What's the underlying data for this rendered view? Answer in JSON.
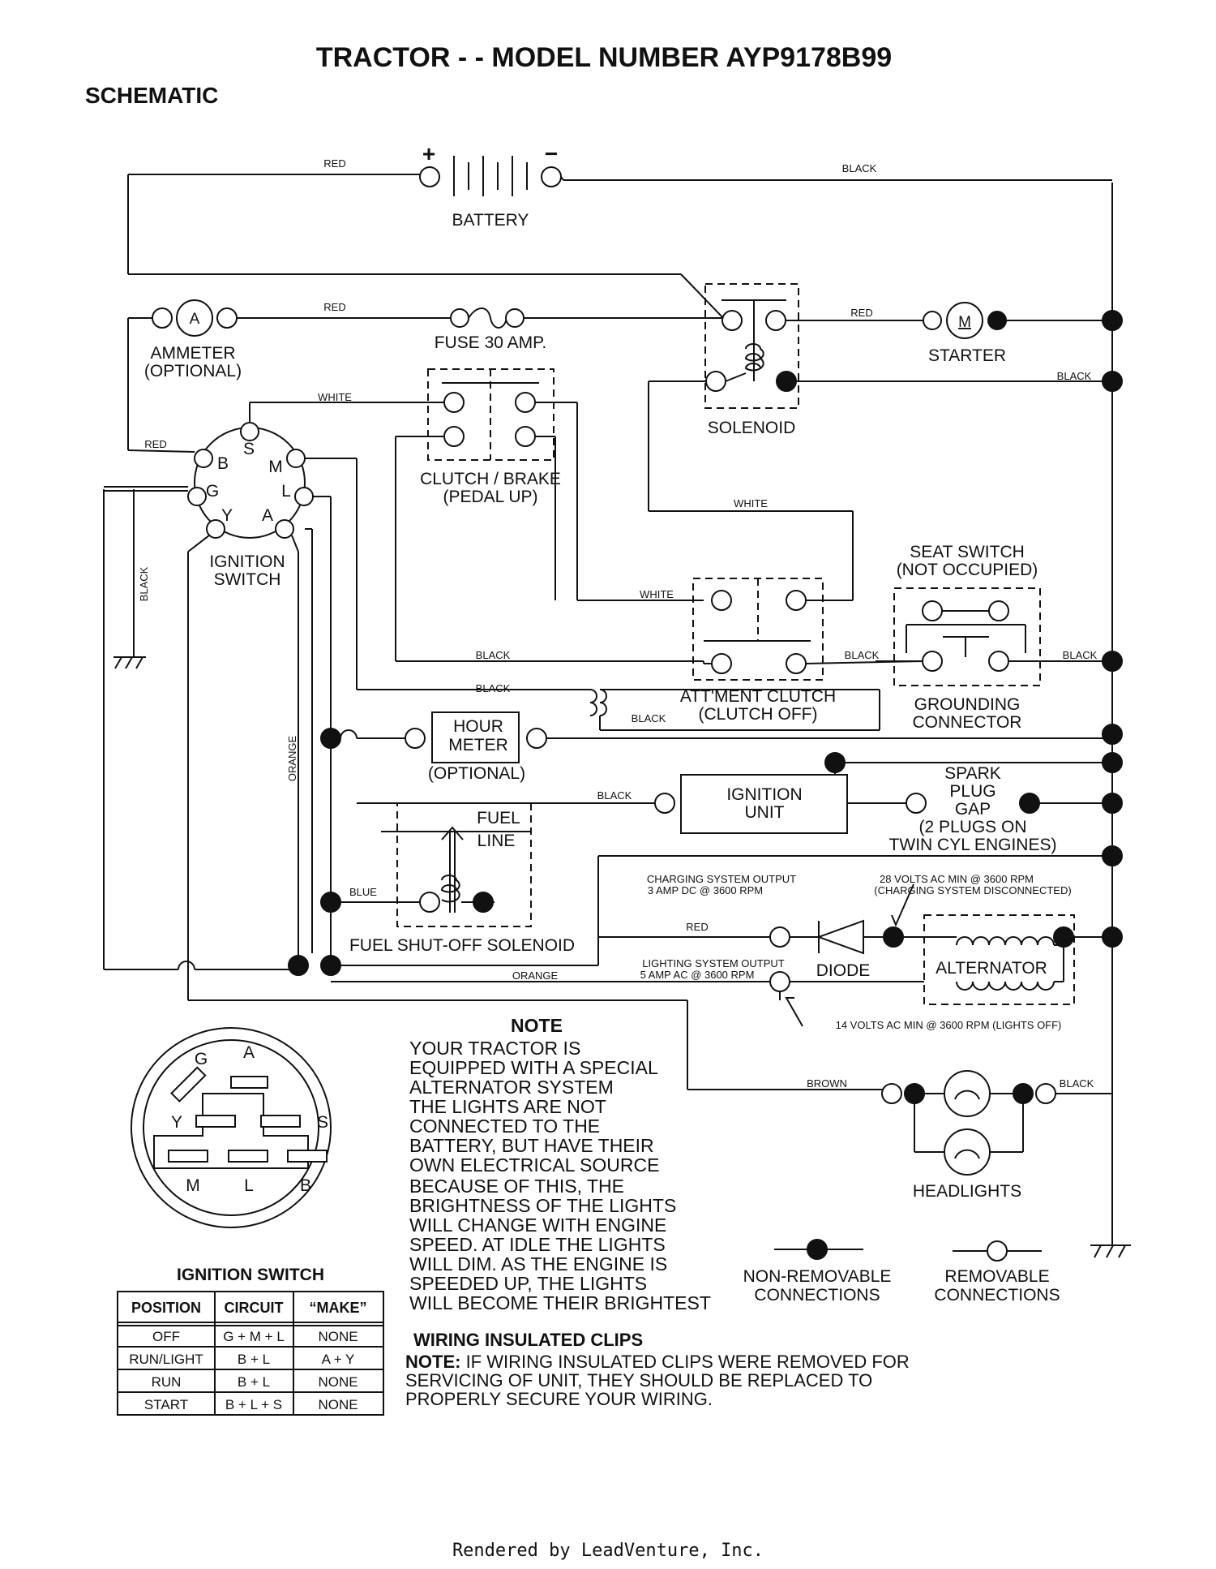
{
  "header": {
    "title": "TRACTOR - - MODEL NUMBER AYP9178B99",
    "subtitle": "SCHEMATIC"
  },
  "components": {
    "battery": "BATTERY",
    "battery_plus": "+",
    "battery_minus": "−",
    "ammeter_symbol": "A",
    "ammeter_line1": "AMMETER",
    "ammeter_line2": "(OPTIONAL)",
    "fuse": "FUSE 30 AMP.",
    "solenoid": "SOLENOID",
    "starter_symbol": "M",
    "starter": "STARTER",
    "clutch_brake_line1": "CLUTCH / BRAKE",
    "clutch_brake_line2": "(PEDAL UP)",
    "ignition_switch_line1": "IGNITION",
    "ignition_switch_line2": "SWITCH",
    "seat_switch_line1": "SEAT SWITCH",
    "seat_switch_line2": "(NOT OCCUPIED)",
    "attment_clutch_line1": "ATT'MENT CLUTCH",
    "attment_clutch_line2": "(CLUTCH OFF)",
    "grounding_line1": "GROUNDING",
    "grounding_line2": "CONNECTOR",
    "hour_meter_line1": "HOUR",
    "hour_meter_line2": "METER",
    "hour_meter_line3": "(OPTIONAL)",
    "ignition_unit_line1": "IGNITION",
    "ignition_unit_line2": "UNIT",
    "spark_line1": "SPARK",
    "spark_line2": "PLUG",
    "spark_line3": "GAP",
    "spark_line4": "(2 PLUGS ON",
    "spark_line5": "TWIN CYL  ENGINES)",
    "fuel_line1": "FUEL",
    "fuel_line2": "LINE",
    "fuel_solenoid": "FUEL SHUT-OFF SOLENOID",
    "charging_line1": "CHARGING SYSTEM OUTPUT",
    "charging_line2": "3 AMP DC @ 3600 RPM",
    "ac28_line1": "28 VOLTS AC MIN  @ 3600 RPM",
    "ac28_line2": "(CHARGING SYSTEM DISCONNECTED)",
    "diode": "DIODE",
    "alternator": "ALTERNATOR",
    "lighting_line1": "LIGHTING SYSTEM OUTPUT",
    "lighting_line2": "5 AMP AC @ 3600 RPM",
    "ac14": "14 VOLTS AC MIN  @ 3600 RPM (LIGHTS OFF)",
    "headlights": "HEADLIGHTS"
  },
  "terminals": {
    "s": "S",
    "b": "B",
    "m": "M",
    "g": "G",
    "l": "L",
    "y": "Y",
    "a": "A"
  },
  "wires": {
    "red": "RED",
    "black": "BLACK",
    "white": "WHITE",
    "orange": "ORANGE",
    "blue": "BLUE",
    "brown": "BROWN"
  },
  "switch_face": {
    "g": "G",
    "a": "A",
    "y": "Y",
    "s": "S",
    "m": "M",
    "l": "L",
    "b": "B"
  },
  "ignition_table": {
    "title": "IGNITION SWITCH",
    "headers": [
      "POSITION",
      "CIRCUIT",
      "“MAKE”"
    ],
    "rows": [
      [
        "OFF",
        "G + M + L",
        "NONE"
      ],
      [
        "RUN/LIGHT",
        "B + L",
        "A + Y"
      ],
      [
        "RUN",
        "B + L",
        "NONE"
      ],
      [
        "START",
        "B + L + S",
        "NONE"
      ]
    ]
  },
  "note": {
    "heading": "NOTE",
    "lines": [
      "YOUR TRACTOR IS",
      "EQUIPPED WITH A SPECIAL",
      "ALTERNATOR SYSTEM",
      "THE LIGHTS ARE NOT",
      "CONNECTED TO THE",
      "BATTERY, BUT HAVE THEIR",
      "OWN ELECTRICAL SOURCE",
      "BECAUSE OF THIS, THE",
      "BRIGHTNESS OF THE LIGHTS",
      "WILL CHANGE WITH ENGINE",
      "SPEED.  AT IDLE THE LIGHTS",
      "WILL DIM.  AS THE ENGINE IS",
      "SPEEDED UP, THE LIGHTS",
      "WILL BECOME THEIR BRIGHTEST"
    ]
  },
  "legend": {
    "nonremovable_line1": "NON-REMOVABLE",
    "nonremovable_line2": "CONNECTIONS",
    "removable_line1": "REMOVABLE",
    "removable_line2": "CONNECTIONS"
  },
  "clips": {
    "heading": "WIRING INSULATED CLIPS",
    "note_label": "NOTE:",
    "line1": " IF WIRING INSULATED CLIPS WERE REMOVED FOR",
    "line2": "SERVICING OF UNIT, THEY SHOULD BE REPLACED TO",
    "line3": "PROPERLY SECURE YOUR WIRING."
  },
  "footer": "Rendered by LeadVenture, Inc."
}
